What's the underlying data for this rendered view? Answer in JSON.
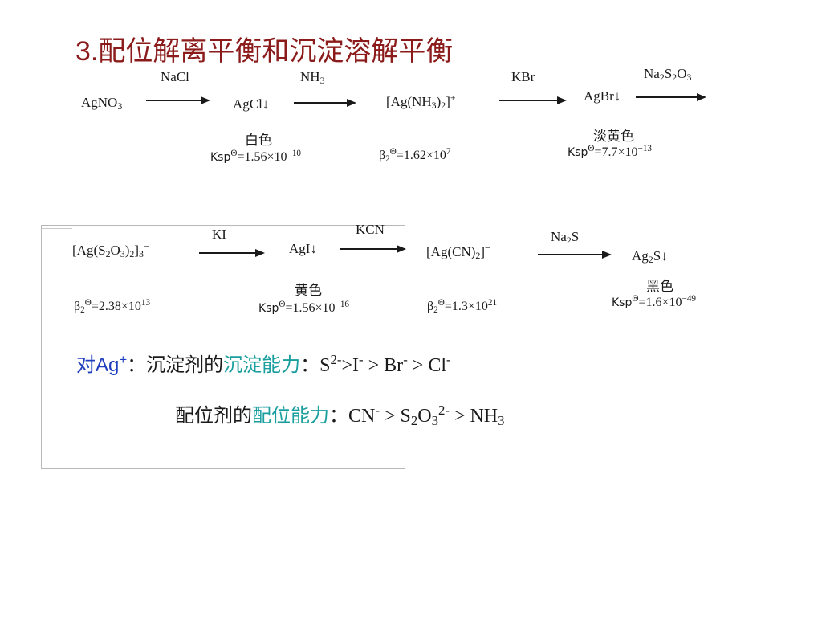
{
  "title": "3.配位解离平衡和沉淀溶解平衡",
  "row1": {
    "agno3": "AgNO₃",
    "nacl": "NaCl",
    "agcl": "AgCl↓",
    "agcl_color": "白色",
    "agcl_ksp": "Kspᶿ=1.56×10⁻¹⁰",
    "nh3": "NH₃",
    "agnh3": "[Ag(NH₃)₂]⁺",
    "agnh3_beta": "β₂ᶿ=1.62×10⁷",
    "kbr": "KBr",
    "agbr": "AgBr↓",
    "agbr_color": "淡黄色",
    "agbr_ksp": "Kspᶿ=7.7×10⁻¹³",
    "na2s2o3": "Na₂S₂O₃"
  },
  "row2": {
    "ags2o3": "[Ag(S₂O₃)₂]₃⁻",
    "ags2o3_beta": "β₂ᶿ=2.38×10¹³",
    "ki": "KI",
    "agi": "AgI↓",
    "agi_color": "黄色",
    "agi_ksp": "Kspᶿ=1.56×10⁻¹⁶",
    "kcn": "KCN",
    "agcn": "[Ag(CN)₂]⁻",
    "agcn_beta": "β₂ᶿ=1.3×10²¹",
    "na2s": "Na₂S",
    "ag2s": "Ag₂S↓",
    "ag2s_color": "黑色",
    "ag2s_ksp": "Kspᶿ=1.6×10⁻⁴⁹"
  },
  "summary": {
    "line1_prefix": "对Ag⁺：沉淀剂的",
    "line1_highlight": "沉淀能力",
    "line1_order": "：S²⁻>I⁻ > Br⁻ > Cl⁻",
    "line2_prefix": "配位剂的",
    "line2_highlight": "配位能力",
    "line2_order": "：CN⁻ > S₂O₃²⁻ > NH₃"
  },
  "colors": {
    "title": "#8b1a1a",
    "ag_label": "#1f3fbf",
    "highlight": "#1a9e9e"
  }
}
